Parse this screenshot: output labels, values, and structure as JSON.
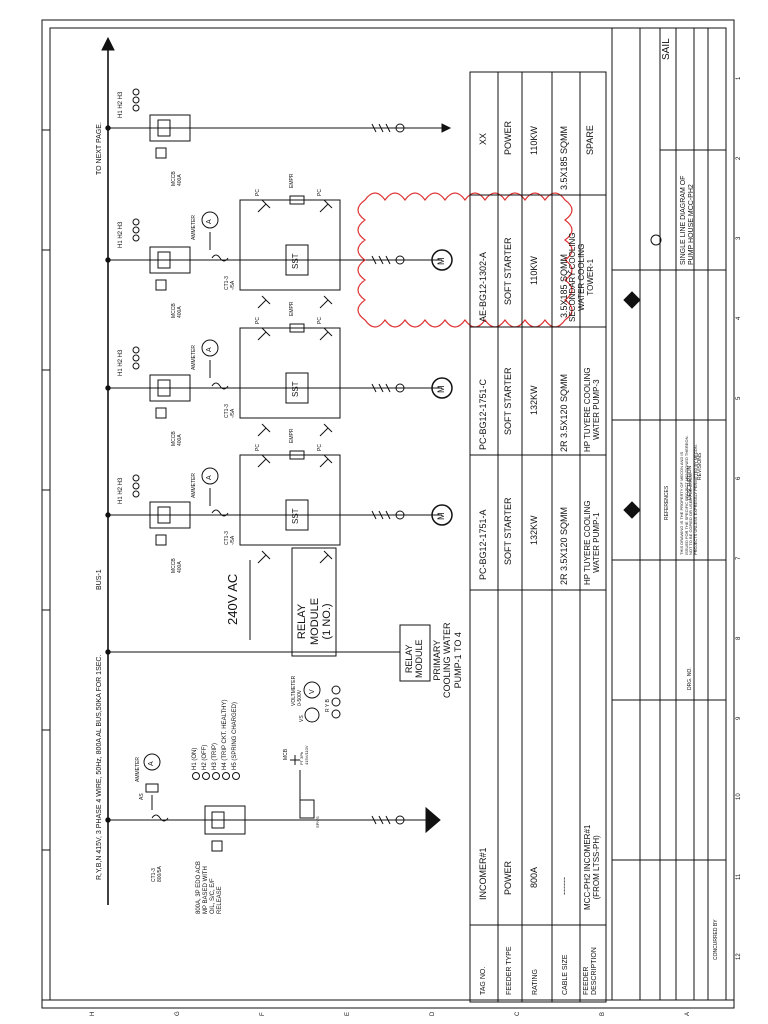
{
  "bus_note": "R,Y,B,N   415V, 3 PHASE 4 WIRE, 50Hz, 800A AL BUS,50KA FOR 1SEC.",
  "bus_label": "BUS-1",
  "to_next_page": "TO NEXT PAGE.",
  "indicator_lamps": "H1 H2 H3",
  "mccb": "MCCB\n400A",
  "ammeter": "AMMETER",
  "ammeter_symbol": "A",
  "ct_feeder": "CT1-3\n-/5A",
  "ct_incomer": "CT1-3\n800/5A",
  "pc_label": "PC",
  "empr_label": "EMPR",
  "sst_label": "SST",
  "motor_symbol": "M",
  "relay_module_big": "RELAY\nMODULE\n(1 NO.)",
  "ac_label": "240V AC",
  "relay_module_small": "RELAY\nMODULE",
  "primary_pumps": "PRIMARY\nCOOLING WATER\nPUMP-1 TO 4",
  "voltmeter": "VOLTMETER\n0-500V",
  "voltmeter_symbol": "V",
  "vs_label": "VS",
  "ryb_label": "R  Y  B",
  "as_label": "AS",
  "mcb_label": "MCB",
  "pt_label": "PT 3Ph\n415V/110V",
  "spn_label": "SPN'S",
  "acb_label": "800A, 3P EDO ACB\nMP BASED WITH\nO/L, S/C, E/F\nRELEASE",
  "lamp_legend": [
    "H1 (ON)",
    "H2 (OFF)",
    "H3 (TRIP)",
    "H4 (TRIP CKT. HEALTHY)",
    "H5 (SPRING CHARGED)"
  ],
  "table": {
    "headers": [
      "TAG NO.",
      "FEEDER TYPE",
      "RATING",
      "CABLE SIZE",
      "FEEDER\nDESCRIPTION"
    ],
    "columns": [
      [
        "INCOMER#1",
        "POWER",
        "800A",
        "------",
        "MCC-PH2 INCOMER#1\n(FROM LTSS-PH)"
      ],
      [
        "PC-BG12-1751-A",
        "SOFT STARTER",
        "132KW",
        "2R 3.5X120 SQMM",
        "HP TUYERE COOLING\nWATER PUMP-1"
      ],
      [
        "PC-BG12-1751-C",
        "SOFT STARTER",
        "132KW",
        "2R 3.5X120 SQMM",
        "HP TUYERE COOLING\nWATER PUMP-3"
      ],
      [
        "AE-BG12-1302-A",
        "SOFT STARTER",
        "110KW",
        "3.5X185 SQMM",
        "SECONDARY COOLING\nWATER COOLING\nTOWER-1"
      ],
      [
        "XX",
        "POWER",
        "110KW",
        "3.5X185 SQMM",
        "SPARE"
      ]
    ]
  },
  "title_block": {
    "drawing_title": "SINGLE LINE DIAGRAM OF\nPUMP HOUSE MCC-PH2",
    "company": "SAIL",
    "notes": "THIS DRAWING IS THE PROPERTY OF MECON AND IS\nISSUED FOR THE SPECIFIC PROJECT MENTIONED THEREON.\nNOT TO BE COPIED OR USED FOR OTHER\nPROJECTS UNLESS EXPRESSLY PERMITTED BY MECON.",
    "references": "REFERENCES",
    "revisions": "REVISIONS",
    "description": "DESCRIPTION",
    "concurred_by": "CONCURRED BY",
    "drg_no": "DRG. NO."
  },
  "zone_numbers": [
    "1",
    "2",
    "3",
    "4",
    "5",
    "6",
    "7",
    "8",
    "9",
    "10",
    "11",
    "12"
  ],
  "zone_letters": [
    "A",
    "B",
    "C",
    "D",
    "E",
    "F",
    "G",
    "H"
  ]
}
